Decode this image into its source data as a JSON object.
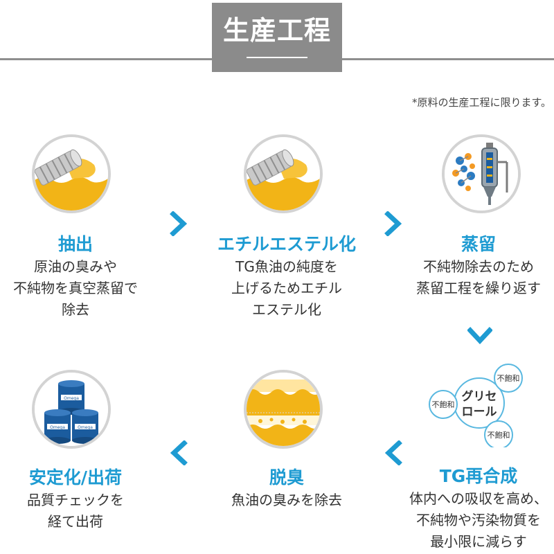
{
  "header": {
    "title": "生産工程",
    "note": "*原料の生産工程に限ります。"
  },
  "colors": {
    "accent": "#1e9bd2",
    "header_bg": "#8b8b8b",
    "oil": "#f2b417",
    "drum": "#1b5c9e"
  },
  "steps": [
    {
      "title": "抽出",
      "desc": [
        "原油の臭みや",
        "不純物を真空蒸留で",
        "除去"
      ],
      "icon": "oil-pipe-icon"
    },
    {
      "title": "エチルエステル化",
      "desc": [
        "TG魚油の純度を",
        "上げるためエチル",
        "エステル化"
      ],
      "icon": "oil-pipe-icon"
    },
    {
      "title": "蒸留",
      "desc": [
        "不純物除去のため",
        "蒸留工程を繰り返す"
      ],
      "icon": "distillation-column-icon"
    },
    {
      "title": "TG再合成",
      "desc": [
        "体内への吸収を高め、",
        "不純物や汚染物質を",
        "最小限に減らす"
      ],
      "icon": "glycerol-molecule-icon",
      "molecule": {
        "center": [
          "グリセ",
          "ロール"
        ],
        "bubbles": [
          "不飽和",
          "不飽和",
          "不飽和"
        ]
      }
    },
    {
      "title": "脱臭",
      "desc": [
        "魚油の臭みを除去"
      ],
      "icon": "deodorize-icon"
    },
    {
      "title": "安定化/出荷",
      "desc": [
        "品質チェックを",
        "経て出荷"
      ],
      "icon": "drums-icon",
      "drum_label": "Omega"
    }
  ],
  "arrows": [
    "chevron-right-icon",
    "chevron-right-icon",
    "chevron-down-icon",
    "chevron-left-icon",
    "chevron-left-icon"
  ]
}
